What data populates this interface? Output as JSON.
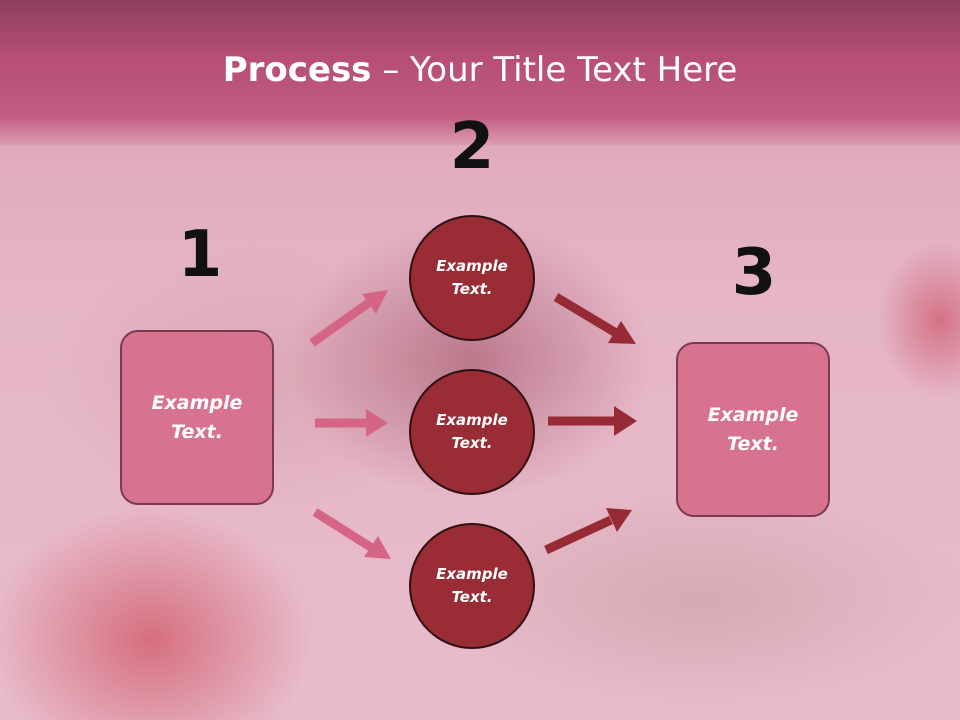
{
  "title": {
    "bold": "Process",
    "rest": " – Your Title Text Here"
  },
  "steps": [
    {
      "number": "1",
      "label": "Example Text."
    },
    {
      "number": "2",
      "items": [
        "Example Text.",
        "Example Text.",
        "Example Text."
      ]
    },
    {
      "number": "3",
      "label": "Example Text."
    }
  ],
  "colors": {
    "title_bar": "#b64e78",
    "box_fill": "#d7738f",
    "circle_fill": "#9a2c35",
    "arrow_pink": "#d56585",
    "arrow_dark": "#962b35"
  }
}
